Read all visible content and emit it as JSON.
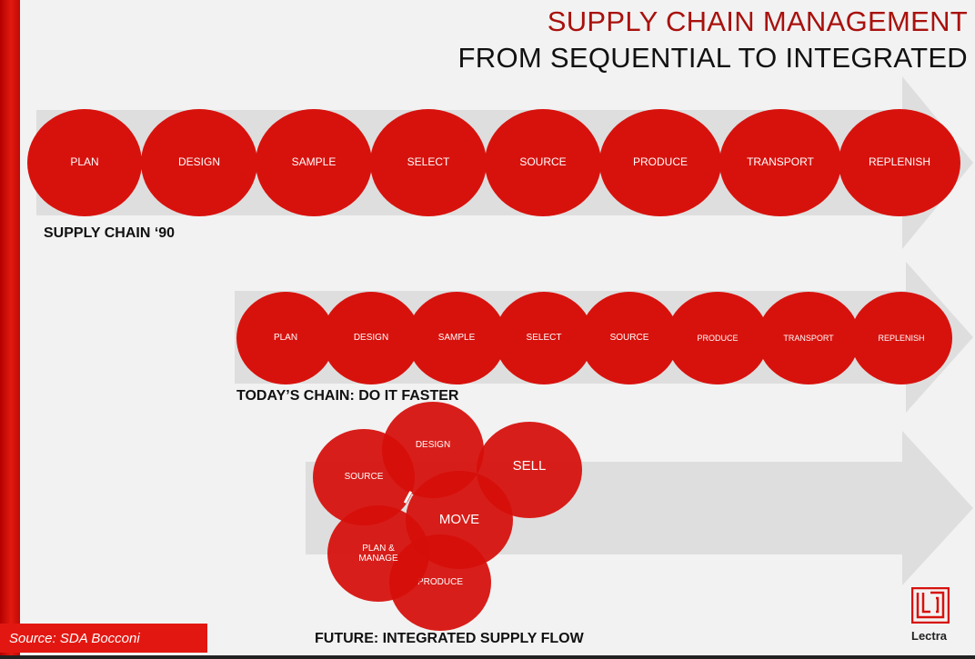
{
  "header": {
    "title": "SUPPLY CHAIN MANAGEMENT",
    "subtitle": "FROM SEQUENTIAL TO INTEGRATED"
  },
  "rows": {
    "row1": {
      "label": "SUPPLY CHAIN ‘90",
      "steps": [
        "PLAN",
        "DESIGN",
        "SAMPLE",
        "SELECT",
        "SOURCE",
        "PRODUCE",
        "TRANSPORT",
        "REPLENISH"
      ]
    },
    "row2": {
      "label": "TODAY’S CHAIN: DO IT FASTER",
      "steps": [
        "PLAN",
        "DESIGN",
        "SAMPLE",
        "SELECT",
        "SOURCE",
        "PRODUCE",
        "TRANSPORT",
        "REPLENISH"
      ]
    },
    "row3": {
      "label": "FUTURE: INTEGRATED SUPPLY FLOW",
      "design": "DESIGN",
      "source": "SOURCE",
      "sell": "SELL",
      "move": "MOVE",
      "plan_manage_1": "PLAN &",
      "plan_manage_2": "MANAGE",
      "produce": "PRODUCE"
    }
  },
  "footer": {
    "source": "Source: SDA Bocconi",
    "logo_text": "Lectra"
  },
  "colors": {
    "accent_red": "#d7120d",
    "title_red": "#a8110d",
    "arrow_grey": "#dedede"
  }
}
